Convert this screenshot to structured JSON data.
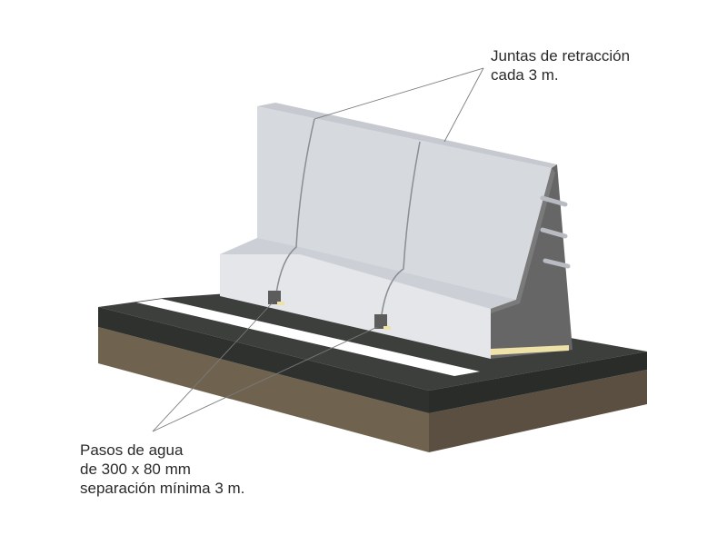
{
  "labels": {
    "joints": {
      "line1": "Juntas de retracción",
      "line2": "cada 3 m."
    },
    "drains": {
      "line1": "Pasos de agua",
      "line2": "de 300 x 80 mm",
      "line3": "separación mínima 3 m."
    }
  },
  "colors": {
    "background": "#ffffff",
    "soil_front": "#6f6350",
    "soil_side": "#5a4f40",
    "asphalt_top": "#3d3f3d",
    "asphalt_front": "#2f312f",
    "stripe": "#ffffff",
    "barrier_face": "#d9dbe0",
    "barrier_light": "#e6e8ec",
    "barrier_top": "#c8cbd1",
    "barrier_end": "#666666",
    "drain_slot": "#5c5c5c",
    "sealant": "#efe2a8",
    "rebar": "#b8bcc2",
    "leader_line": "#7a7a7a"
  }
}
